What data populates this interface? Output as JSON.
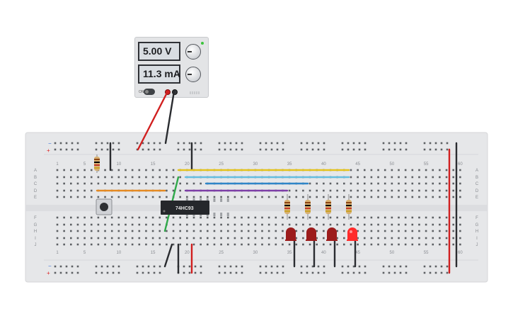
{
  "power_supply": {
    "voltage_display": "5.00 V",
    "current_display": "11.3 mA",
    "on_label": "ON"
  },
  "breadboard": {
    "column_numbers": [
      "1",
      "5",
      "10",
      "15",
      "20",
      "25",
      "30",
      "35",
      "40",
      "45",
      "50",
      "55",
      "60"
    ],
    "top_row_letters": [
      "A",
      "B",
      "C",
      "D",
      "E"
    ],
    "bottom_row_letters": [
      "F",
      "G",
      "H",
      "I",
      "J"
    ],
    "rail_minus": "−",
    "rail_plus": "+"
  },
  "chip": {
    "label": "74HC93"
  },
  "colors": {
    "board": "#e6e7e9",
    "hole": "#5c5f63",
    "wire_red": "#d11f1f",
    "wire_black": "#2a2c30",
    "wire_yellow": "#e4c31d",
    "wire_cyan": "#66bfe0",
    "wire_blue": "#2f86c8",
    "wire_purple": "#7d3fa7",
    "wire_orange": "#e58a22",
    "wire_green": "#2fa94a",
    "led_off": "#9c1c1c",
    "led_on": "#ff2b2b"
  },
  "led_states": [
    "off",
    "off",
    "off",
    "on"
  ]
}
